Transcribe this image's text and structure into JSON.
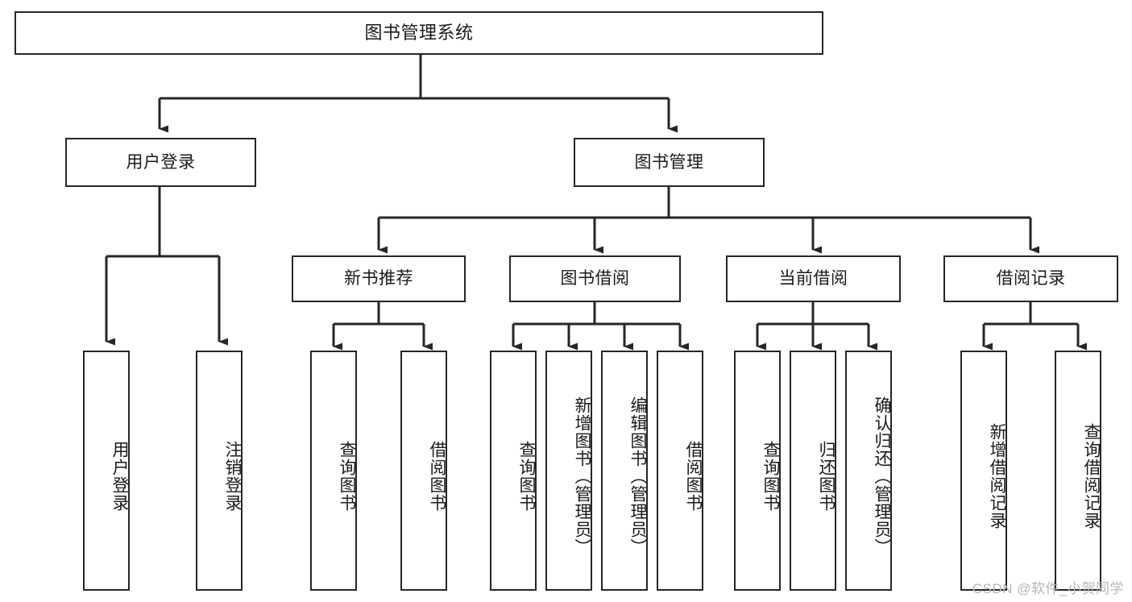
{
  "diagram": {
    "type": "tree",
    "title": "图书管理系统",
    "watermark": "CSDN @软件_小贺同学",
    "colors": {
      "border": "#262626",
      "background": "#ffffff",
      "text": "#1a1a1a",
      "watermark": "#b6b6b6"
    },
    "levels": {
      "root": [
        "图书管理系统"
      ],
      "level2": [
        "用户登录",
        "图书管理"
      ],
      "level3": [
        "新书推荐",
        "图书借阅",
        "当前借阅",
        "借阅记录"
      ],
      "leaves": [
        "用户登录",
        "注销登录",
        "查询图书",
        "借阅图书",
        "查询图书",
        "新增图书（管理员）",
        "编辑图书（管理员）",
        "借阅图书",
        "查询图书",
        "归还图书",
        "确认归还（管理员）",
        "新增借阅记录",
        "查询借阅记录"
      ]
    },
    "nodes": {
      "root": {
        "label": "图书管理系统"
      },
      "user_login": {
        "label": "用户登录"
      },
      "book_mgmt": {
        "label": "图书管理"
      },
      "new_book_rec": {
        "label": "新书推荐"
      },
      "book_borrow": {
        "label": "图书借阅"
      },
      "current_borrow": {
        "label": "当前借阅"
      },
      "borrow_record": {
        "label": "借阅记录"
      },
      "leaf_user_login": {
        "label": "用户登录"
      },
      "leaf_logout": {
        "label": "注销登录"
      },
      "leaf_query_book_a": {
        "label": "查询图书"
      },
      "leaf_borrow_book_a": {
        "label": "借阅图书"
      },
      "leaf_query_book_b": {
        "label": "查询图书"
      },
      "leaf_add_book": {
        "label": "新增图书（管理员）"
      },
      "leaf_edit_book": {
        "label": "编辑图书（管理员）"
      },
      "leaf_borrow_book_b": {
        "label": "借阅图书"
      },
      "leaf_query_book_c": {
        "label": "查询图书"
      },
      "leaf_return_book": {
        "label": "归还图书"
      },
      "leaf_confirm_return": {
        "label": "确认归还（管理员）"
      },
      "leaf_add_record": {
        "label": "新增借阅记录"
      },
      "leaf_query_record": {
        "label": "查询借阅记录"
      }
    }
  }
}
